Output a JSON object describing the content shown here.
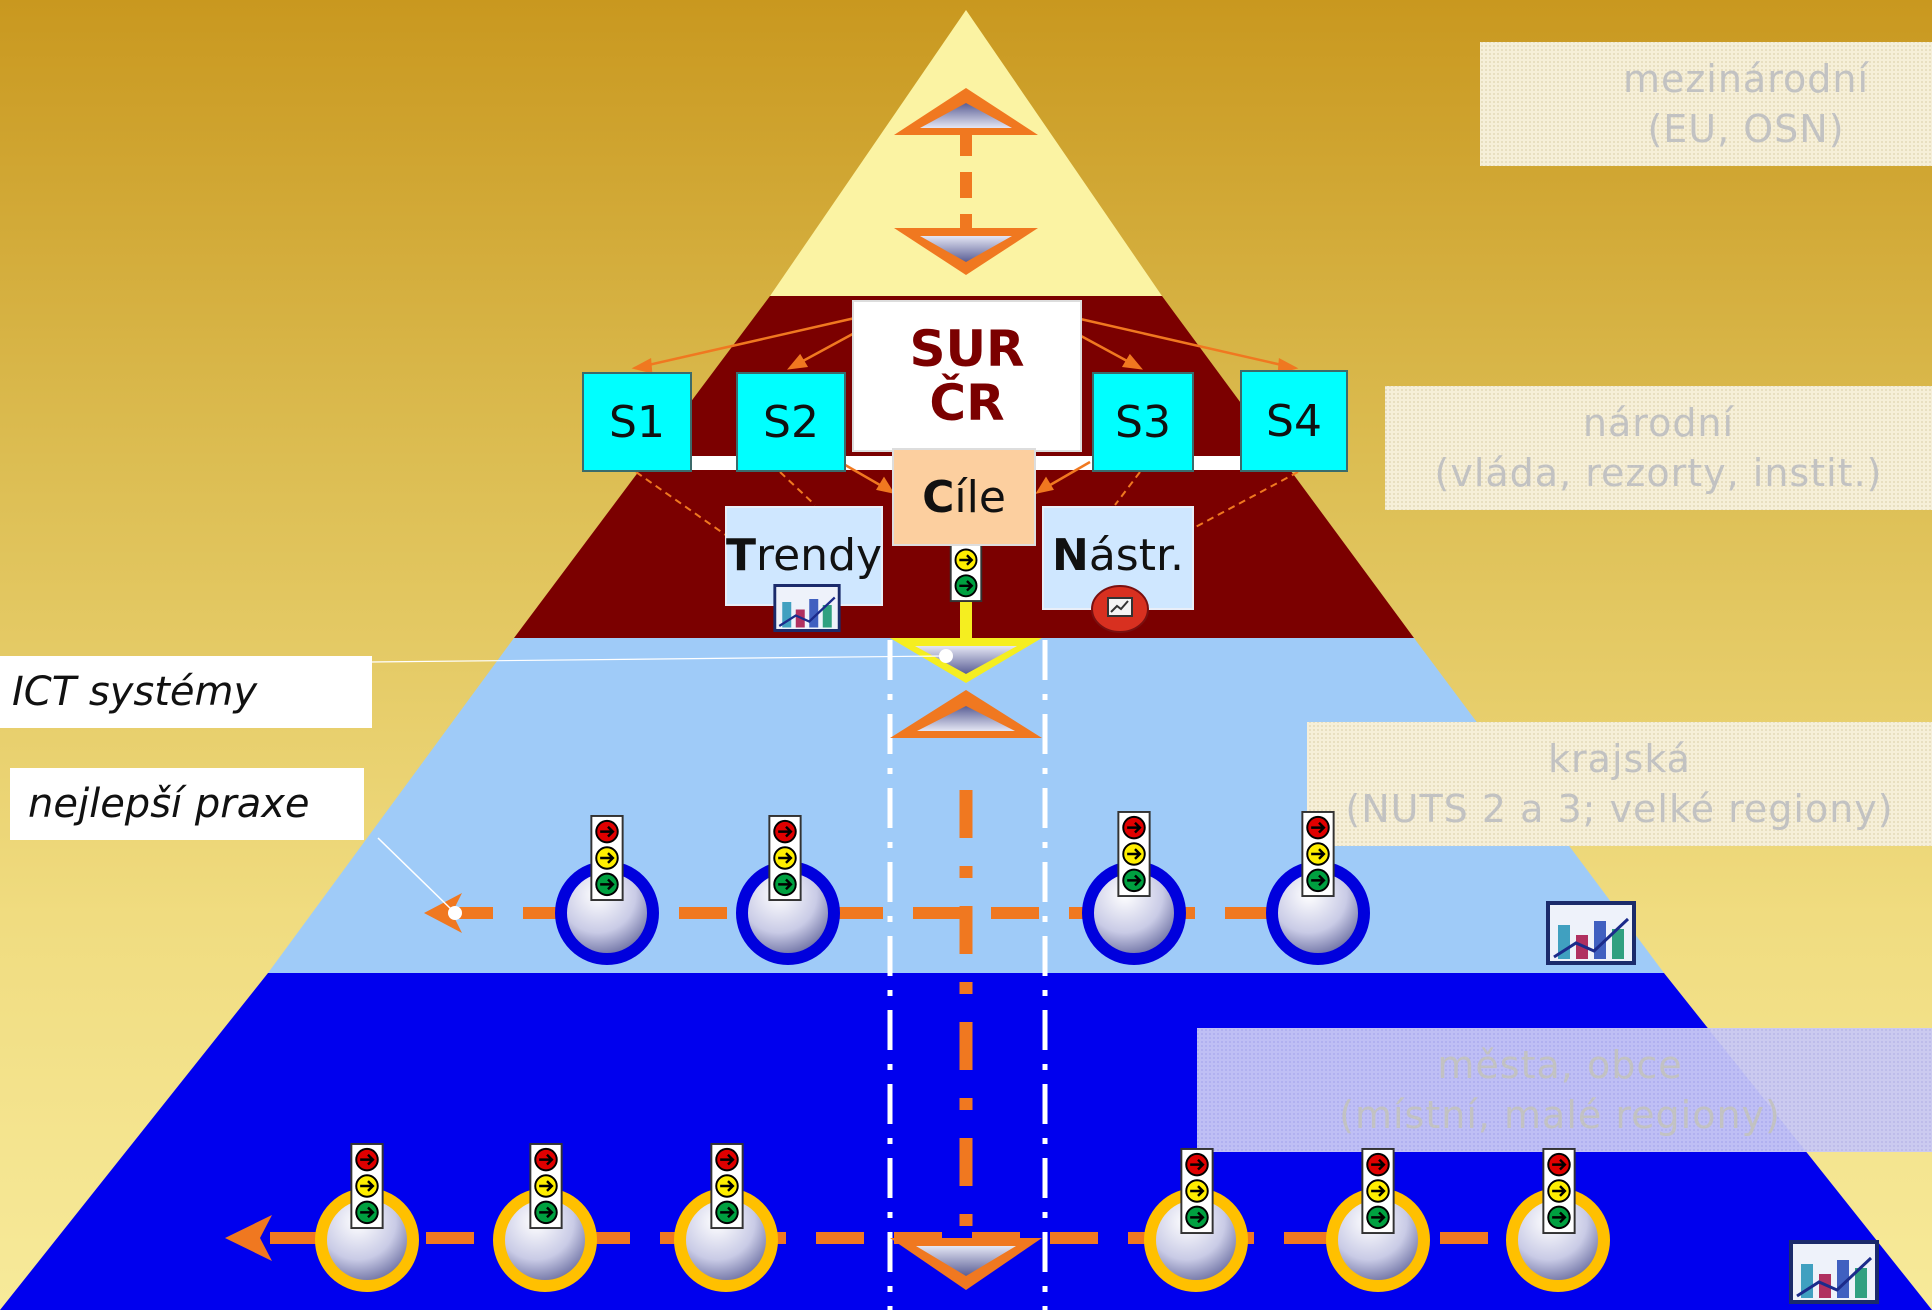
{
  "title_box": {
    "line1": "SUR",
    "line2": "ČR"
  },
  "strategies": [
    "S1",
    "S2",
    "S3",
    "S4"
  ],
  "nodes": {
    "goals": {
      "lead": "C",
      "rest": "íle"
    },
    "trends": {
      "lead": "T",
      "rest": "rendy"
    },
    "tools": {
      "lead": "N",
      "rest": "ástr."
    }
  },
  "levels": [
    {
      "line1": "mezinárodní",
      "line2": "(EU, OSN)"
    },
    {
      "line1": "národní",
      "line2": "(vláda, rezorty, instit.)"
    },
    {
      "line1": "krajská",
      "line2": "(NUTS 2 a 3; velké regiony)"
    },
    {
      "line1": "města, obce",
      "line2": "(místní, malé regiony)"
    }
  ],
  "side_labels": {
    "ict": "ICT systémy",
    "best_practice": "nejlepší praxe"
  },
  "colors": {
    "tier_international": "#fbf3a3",
    "tier_national": "#7b0000",
    "tier_regional": "#9fcbf8",
    "tier_local": "#0000ee",
    "arrow": "#f07820",
    "strategy_box": "#00ffff",
    "goals_box": "#fccf9f",
    "doc_box": "#cfe7ff",
    "title_text": "#7b0000"
  },
  "icons": [
    "traffic-light-icon",
    "bar-chart-icon",
    "presentation-icon",
    "region-node-icon"
  ]
}
